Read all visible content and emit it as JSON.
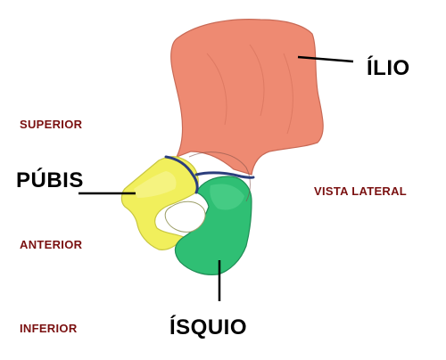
{
  "labels": {
    "ilio": "ÍLIO",
    "pubis": "PÚBIS",
    "isquio": "ÍSQUIO"
  },
  "orientation": {
    "superior": "SUPERIOR",
    "anterior": "ANTERIOR",
    "inferior": "INFERIOR",
    "view": "VISTA LATERAL"
  },
  "colors": {
    "ilium": "#ee8a72",
    "pubis": "#f1ef5c",
    "ischium": "#2fbf74",
    "suture": "#2b3e7c",
    "orientation_text": "#7a1010",
    "bone_label_text": "#000000"
  }
}
